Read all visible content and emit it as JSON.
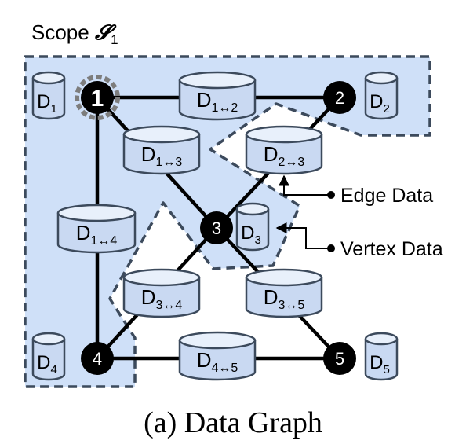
{
  "scope": {
    "prefix": "Scope ",
    "symbol": "𝓢",
    "subscript": "1"
  },
  "caption": "(a) Data Graph",
  "vertices": [
    {
      "id": "1",
      "data": "D",
      "sub": "1"
    },
    {
      "id": "2",
      "data": "D",
      "sub": "2"
    },
    {
      "id": "3",
      "data": "D",
      "sub": "3"
    },
    {
      "id": "4",
      "data": "D",
      "sub": "4"
    },
    {
      "id": "5",
      "data": "D",
      "sub": "5"
    }
  ],
  "edges": [
    {
      "from": "1",
      "to": "2",
      "data": "D",
      "sub": "1↔2"
    },
    {
      "from": "1",
      "to": "3",
      "data": "D",
      "sub": "1↔3"
    },
    {
      "from": "2",
      "to": "3",
      "data": "D",
      "sub": "2↔3"
    },
    {
      "from": "1",
      "to": "4",
      "data": "D",
      "sub": "1↔4"
    },
    {
      "from": "3",
      "to": "4",
      "data": "D",
      "sub": "3↔4"
    },
    {
      "from": "3",
      "to": "5",
      "data": "D",
      "sub": "3↔5"
    },
    {
      "from": "4",
      "to": "5",
      "data": "D",
      "sub": "4↔5"
    }
  ],
  "callouts": {
    "edge_data": "Edge Data",
    "vertex_data": "Vertex Data"
  },
  "colors": {
    "scope_fill": "#cfe0f8",
    "scope_border": "#3c4a5c",
    "cylinder_fill": "#c9d9f2",
    "cylinder_top": "#e8f0fb",
    "node": "#000000",
    "edge": "#000000"
  }
}
